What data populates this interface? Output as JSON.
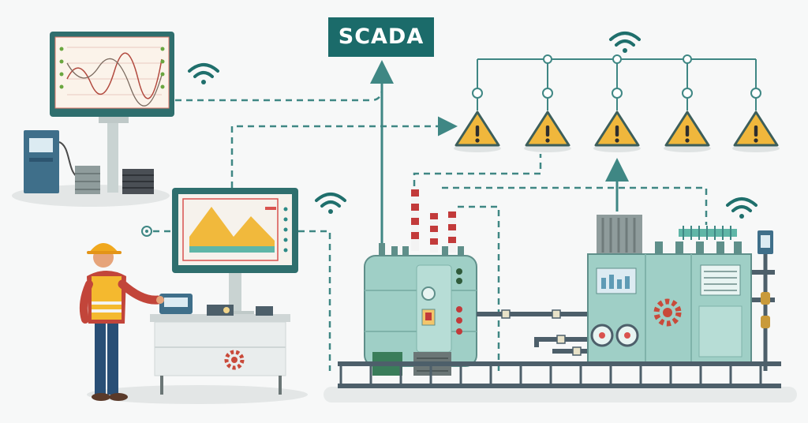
{
  "title": {
    "label": "SCADA"
  },
  "colors": {
    "teal_dark": "#1b6b6a",
    "teal_line": "#3f8784",
    "equipment": "#9fcfc6",
    "equipment_dark": "#5f8f8a",
    "warning_yellow": "#f0b73c",
    "chimney_red": "#c23a3a",
    "vest": "#f4b92f",
    "chart_fill": "#f1b93c"
  },
  "icons": {
    "wifi": "wifi-icon",
    "warning": "warning-triangle-icon",
    "gear": "gear-icon",
    "worker": "worker-figure"
  },
  "alarms": {
    "count": 5
  }
}
